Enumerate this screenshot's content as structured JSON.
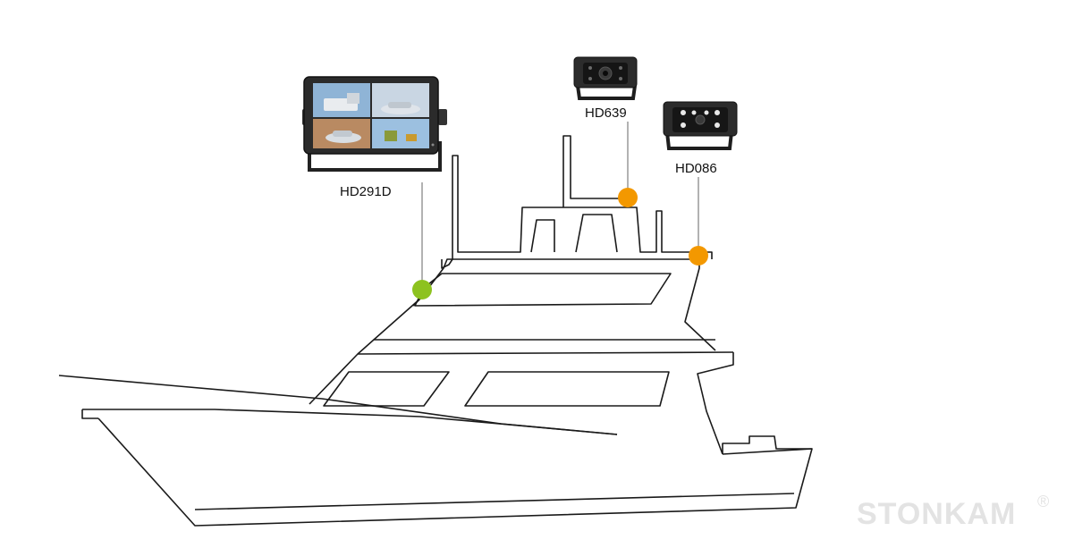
{
  "devices": {
    "monitor": {
      "name": "HD291D",
      "connector_color": "#8dc21f"
    },
    "camera_1": {
      "name": "HD639",
      "connector_color": "#f39800"
    },
    "camera_2": {
      "name": "HD086",
      "connector_color": "#f39800"
    }
  },
  "brand": {
    "name": "STONKAM",
    "registered_mark": "®"
  },
  "icons": [
    "monitor-icon",
    "camera-icon",
    "boat-outline"
  ],
  "colors": {
    "outline": "#1a1a1a",
    "lead_line": "#666666",
    "watermark": "#e3e3e3"
  }
}
